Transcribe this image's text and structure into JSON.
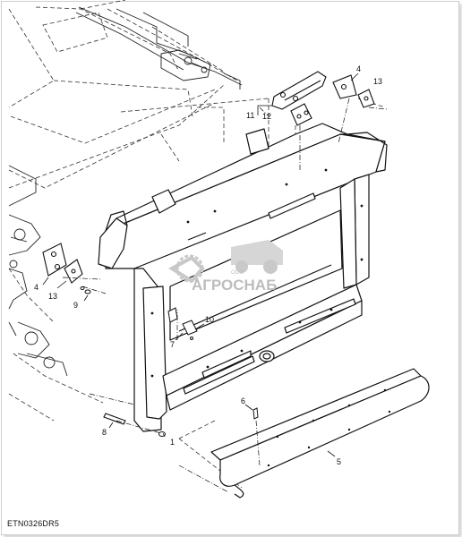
{
  "drawing": {
    "code": "ETN0326DR5",
    "callouts": [
      {
        "id": "c4a",
        "text": "4"
      },
      {
        "id": "c13a",
        "text": "13"
      },
      {
        "id": "c11",
        "text": "11"
      },
      {
        "id": "c12",
        "text": "12"
      },
      {
        "id": "c4b",
        "text": "4"
      },
      {
        "id": "c13b",
        "text": "13"
      },
      {
        "id": "c9",
        "text": "9"
      },
      {
        "id": "c10",
        "text": "10"
      },
      {
        "id": "c7",
        "text": "7"
      },
      {
        "id": "c8",
        "text": "8"
      },
      {
        "id": "c1",
        "text": "1"
      },
      {
        "id": "c6",
        "text": "6"
      },
      {
        "id": "c5",
        "text": "5"
      }
    ]
  },
  "watermark": {
    "brand": "АГРОСНАБ",
    "prefix": "ООО",
    "color": "#bdbdbd"
  }
}
